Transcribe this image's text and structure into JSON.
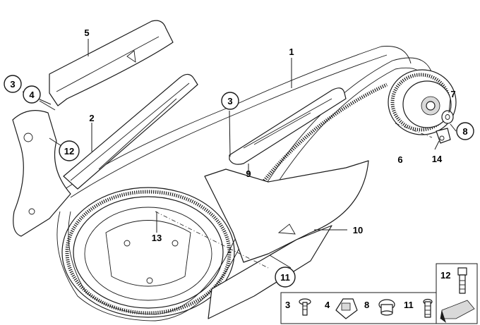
{
  "diagram": {
    "callouts": [
      {
        "id": "c1",
        "label": "1",
        "circled": false
      },
      {
        "id": "c2",
        "label": "2",
        "circled": false
      },
      {
        "id": "c3a",
        "label": "3",
        "circled": true
      },
      {
        "id": "c3b",
        "label": "3",
        "circled": true
      },
      {
        "id": "c4",
        "label": "4",
        "circled": true
      },
      {
        "id": "c5",
        "label": "5",
        "circled": false
      },
      {
        "id": "c6",
        "label": "6",
        "circled": false
      },
      {
        "id": "c7",
        "label": "7",
        "circled": false
      },
      {
        "id": "c8",
        "label": "8",
        "circled": true
      },
      {
        "id": "c9",
        "label": "9",
        "circled": false
      },
      {
        "id": "c10",
        "label": "10",
        "circled": false
      },
      {
        "id": "c11",
        "label": "11",
        "circled": true
      },
      {
        "id": "c12",
        "label": "12",
        "circled": true
      },
      {
        "id": "c13",
        "label": "13",
        "circled": false
      },
      {
        "id": "c14",
        "label": "14",
        "circled": false
      }
    ],
    "legend": {
      "items": [
        "3",
        "4",
        "8",
        "11"
      ],
      "top_item": "12"
    }
  }
}
